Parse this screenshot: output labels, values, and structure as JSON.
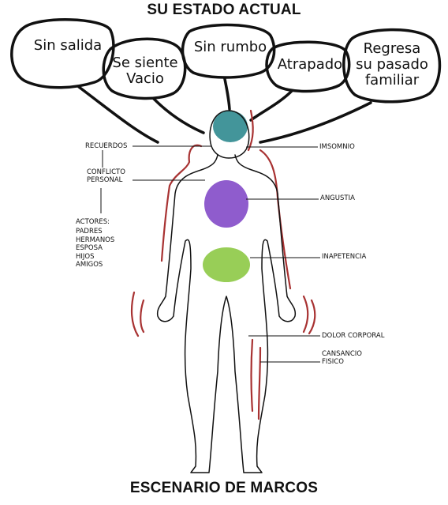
{
  "title": "SU ESTADO ACTUAL",
  "footer": "ESCENARIO DE MARCOS",
  "bubbles": {
    "sin_salida": "Sin salida",
    "se_siente": [
      "Se siente",
      "Vacio"
    ],
    "sin_rumbo": "Sin rumbo",
    "atrapado": "Atrapado",
    "regresa": [
      "Regresa",
      "su pasado",
      "familiar"
    ]
  },
  "labels": {
    "recuerdos": "RECUERDOS",
    "conflicto": [
      "CONFLICTO",
      "PERSONAL"
    ],
    "actores_title": "ACTORES:",
    "actores": [
      "PADRES",
      "HERMANOS",
      "ESPOSA",
      "HIJOS",
      "AMIGOS"
    ],
    "imsomnio": "IMSOMNIO",
    "angustia": "ANGUSTIA",
    "inapetencia": "INAPETENCIA",
    "dolor": "DOLOR CORPORAL",
    "cansancio": [
      "CANSANCIO",
      "FISICO"
    ]
  },
  "colors": {
    "head_tint": "#2f8a8f",
    "chest_tint": "#7b3fc4",
    "stomach_tint": "#86c53a",
    "aura": "#a83232",
    "ink": "#111111"
  }
}
